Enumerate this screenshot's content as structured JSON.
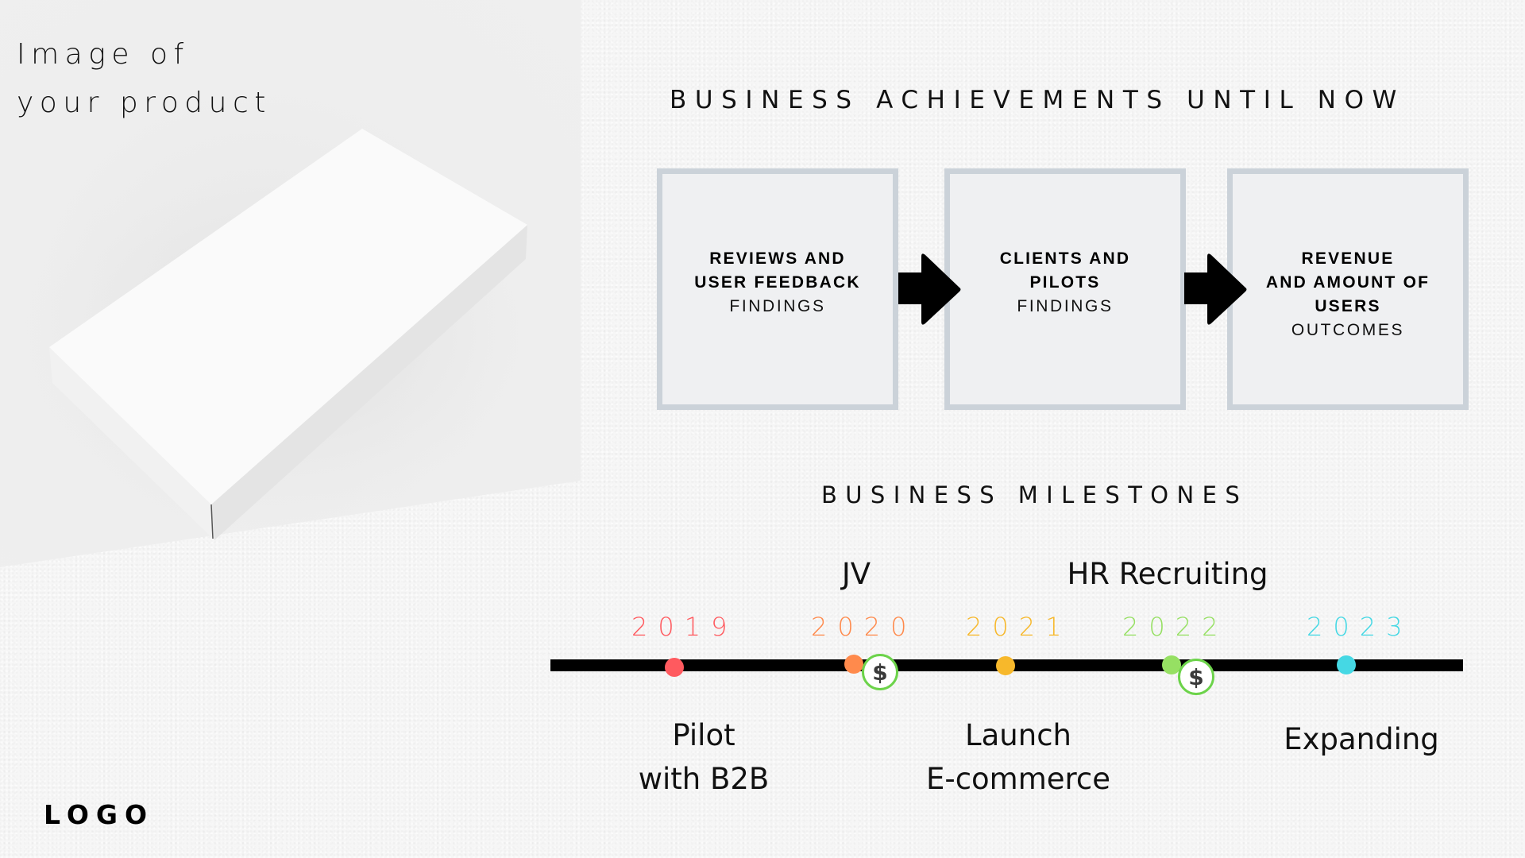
{
  "product": {
    "caption_line1": "Image of",
    "caption_line2": "your product"
  },
  "achievements": {
    "title": "BUSINESS ACHIEVEMENTS UNTIL NOW",
    "steps": [
      {
        "bold_lines": [
          "REVIEWS AND",
          "USER FEEDBACK"
        ],
        "subtitle": "FINDINGS"
      },
      {
        "bold_lines": [
          "CLIENTS AND",
          "PILOTS"
        ],
        "subtitle": "FINDINGS"
      },
      {
        "bold_lines": [
          "REVENUE",
          "AND AMOUNT OF",
          "USERS"
        ],
        "subtitle": "OUTCOMES"
      }
    ],
    "connector_icon": "arrow-right-icon"
  },
  "milestones": {
    "title": "BUSINESS MILESTONES",
    "years": [
      {
        "label": "2019",
        "color": "#ff5a5f"
      },
      {
        "label": "2020",
        "color": "#ff8a4c"
      },
      {
        "label": "2021",
        "color": "#f7b82b"
      },
      {
        "label": "2022",
        "color": "#96e063"
      },
      {
        "label": "2023",
        "color": "#45d8e4"
      }
    ],
    "funding_icon": {
      "name": "dollar-icon",
      "glyph": "$",
      "color": "#6cd34a",
      "years": [
        "2020",
        "2022"
      ]
    },
    "labels_above": {
      "jv": "JV",
      "hr": "HR Recruiting"
    },
    "labels_below": {
      "pilot": [
        "Pilot",
        "with B2B"
      ],
      "launch": [
        "Launch",
        "E-commerce"
      ],
      "expanding": "Expanding"
    },
    "line_color": "#000000"
  },
  "logo": "LOGO"
}
